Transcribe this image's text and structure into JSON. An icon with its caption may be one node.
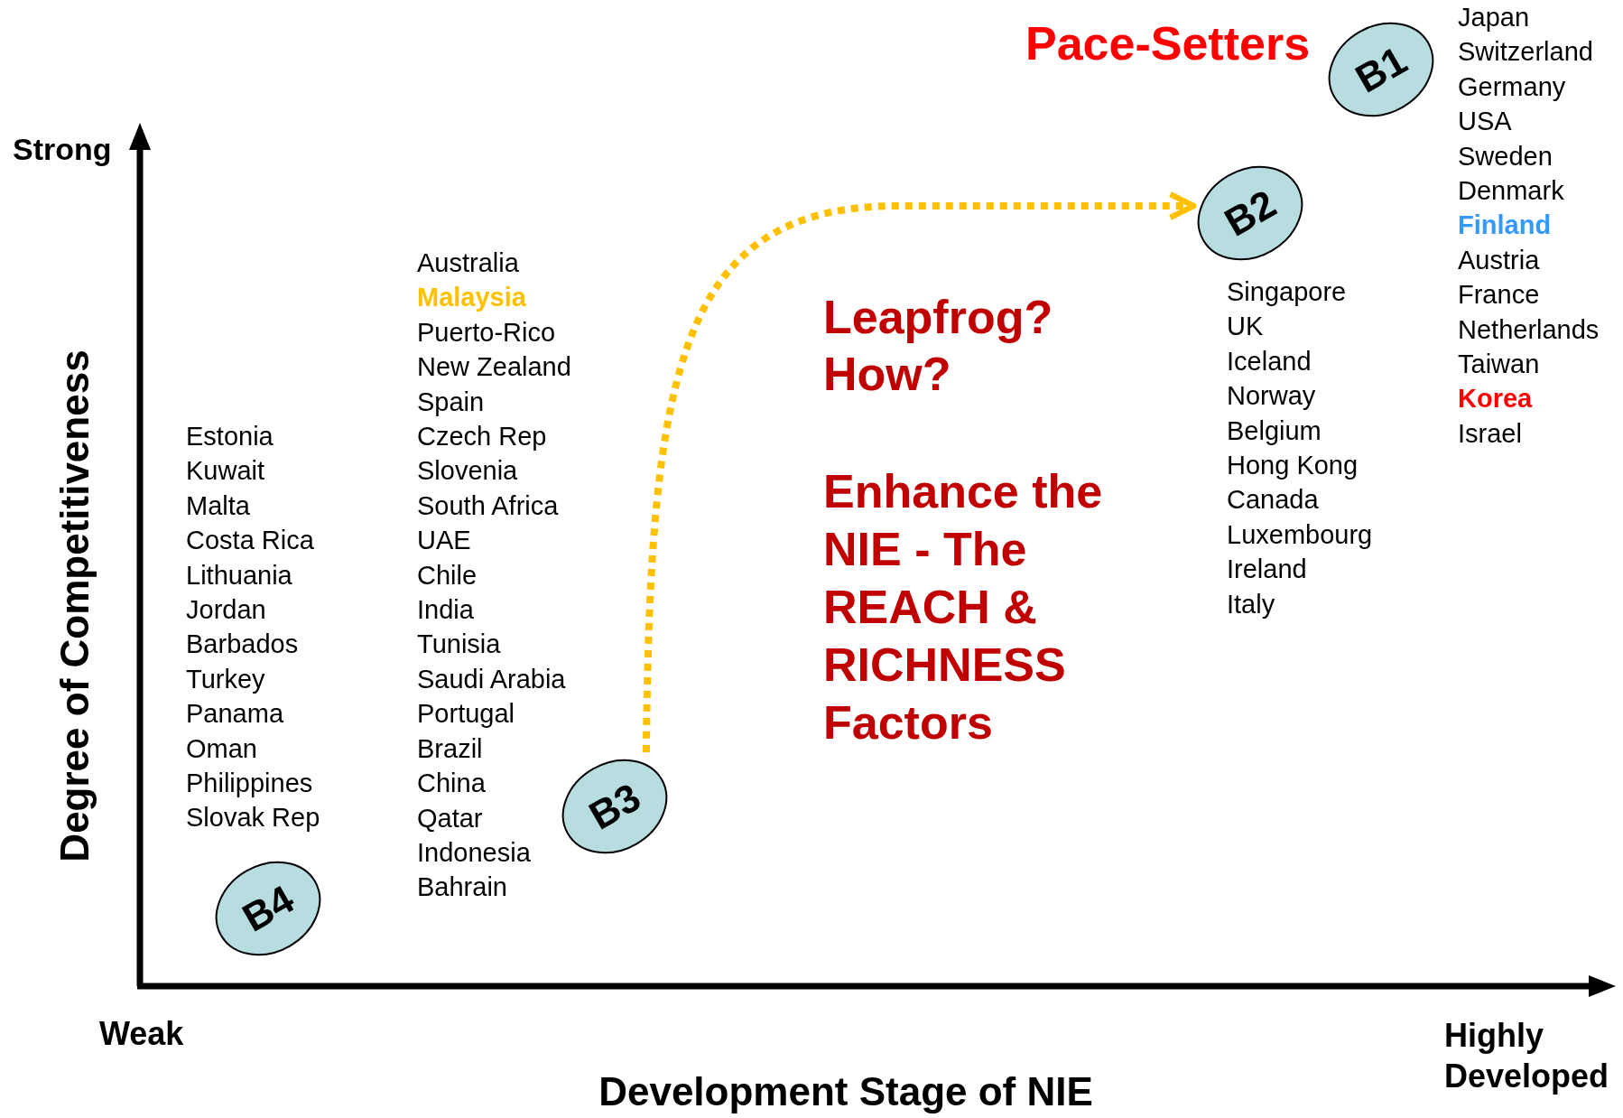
{
  "diagram": {
    "nodes": [
      {
        "text": [
          "B1"
        ]
      },
      {
        "text": [
          "B2"
        ]
      },
      {
        "text": [
          "B3"
        ]
      },
      {
        "text": [
          "B4"
        ]
      }
    ],
    "edges": [
      {
        "from": 2,
        "to": 1,
        "arrow": "to",
        "style": "dashed",
        "color": "#ffc000"
      }
    ],
    "labels": [
      "Pace-Setters",
      "Japan",
      "Switzerland",
      "Germany",
      "USA",
      "Sweden",
      "Denmark",
      "Finland",
      "Austria",
      "France",
      "Netherlands",
      "Taiwan",
      "Korea",
      "Israel",
      "Strong",
      "Degree of Competitiveness",
      "Singapore",
      "UK",
      "Iceland",
      "Norway",
      "Belgium",
      "Hong Kong",
      "Canada",
      "Luxembourg",
      "Ireland",
      "Italy",
      "Australia",
      "Malaysia",
      "Puerto-Rico",
      "New Zealand",
      "Spain",
      "Czech Rep",
      "Slovenia",
      "South Africa",
      "UAE",
      "Chile",
      "India",
      "Tunisia",
      "Saudi Arabia",
      "Portugal",
      "Brazil",
      "China",
      "Qatar",
      "Indonesia",
      "Bahrain",
      "Estonia",
      "Kuwait",
      "Malta",
      "Costa Rica",
      "Lithuania",
      "Jordan",
      "Barbados",
      "Turkey",
      "Panama",
      "Oman",
      "Philippines",
      "Slovak Rep",
      "Leapfrog? How?",
      "Enhance the NIE - The REACH & RICHNESS Factors",
      "Weak",
      "Highly Developed",
      "Development Stage of NIE"
    ]
  }
}
